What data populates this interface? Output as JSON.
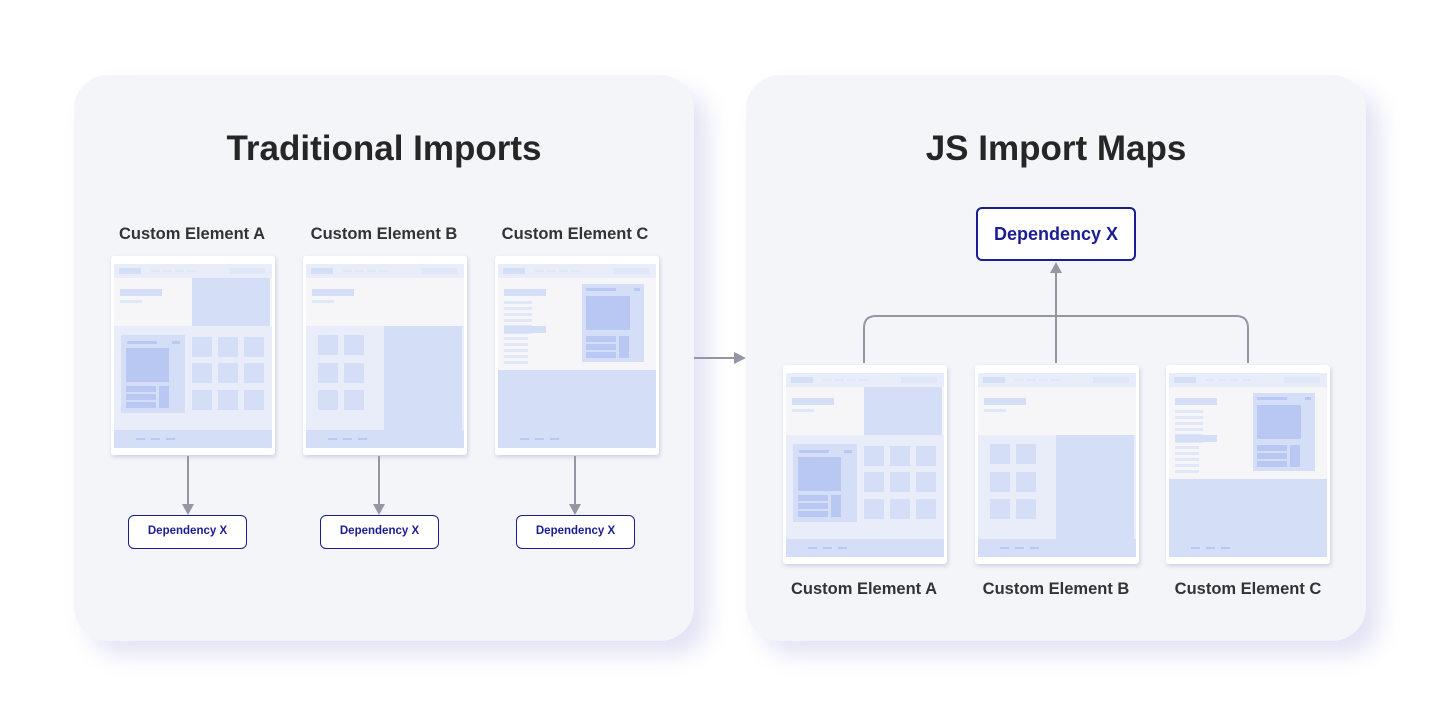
{
  "traditional": {
    "title": "Traditional Imports",
    "elements": [
      {
        "label": "Custom Element A",
        "dependency": "Dependency X"
      },
      {
        "label": "Custom Element B",
        "dependency": "Dependency X"
      },
      {
        "label": "Custom Element C",
        "dependency": "Dependency X"
      }
    ]
  },
  "import_maps": {
    "title": "JS Import Maps",
    "dependency": "Dependency X",
    "elements": [
      {
        "label": "Custom Element A"
      },
      {
        "label": "Custom Element B"
      },
      {
        "label": "Custom Element C"
      }
    ]
  },
  "colors": {
    "panel_bg": "#f4f5f9",
    "accent_navy": "#1a1e92",
    "wireframe_fill": "#d4def7",
    "connector_gray": "#9496a4"
  }
}
